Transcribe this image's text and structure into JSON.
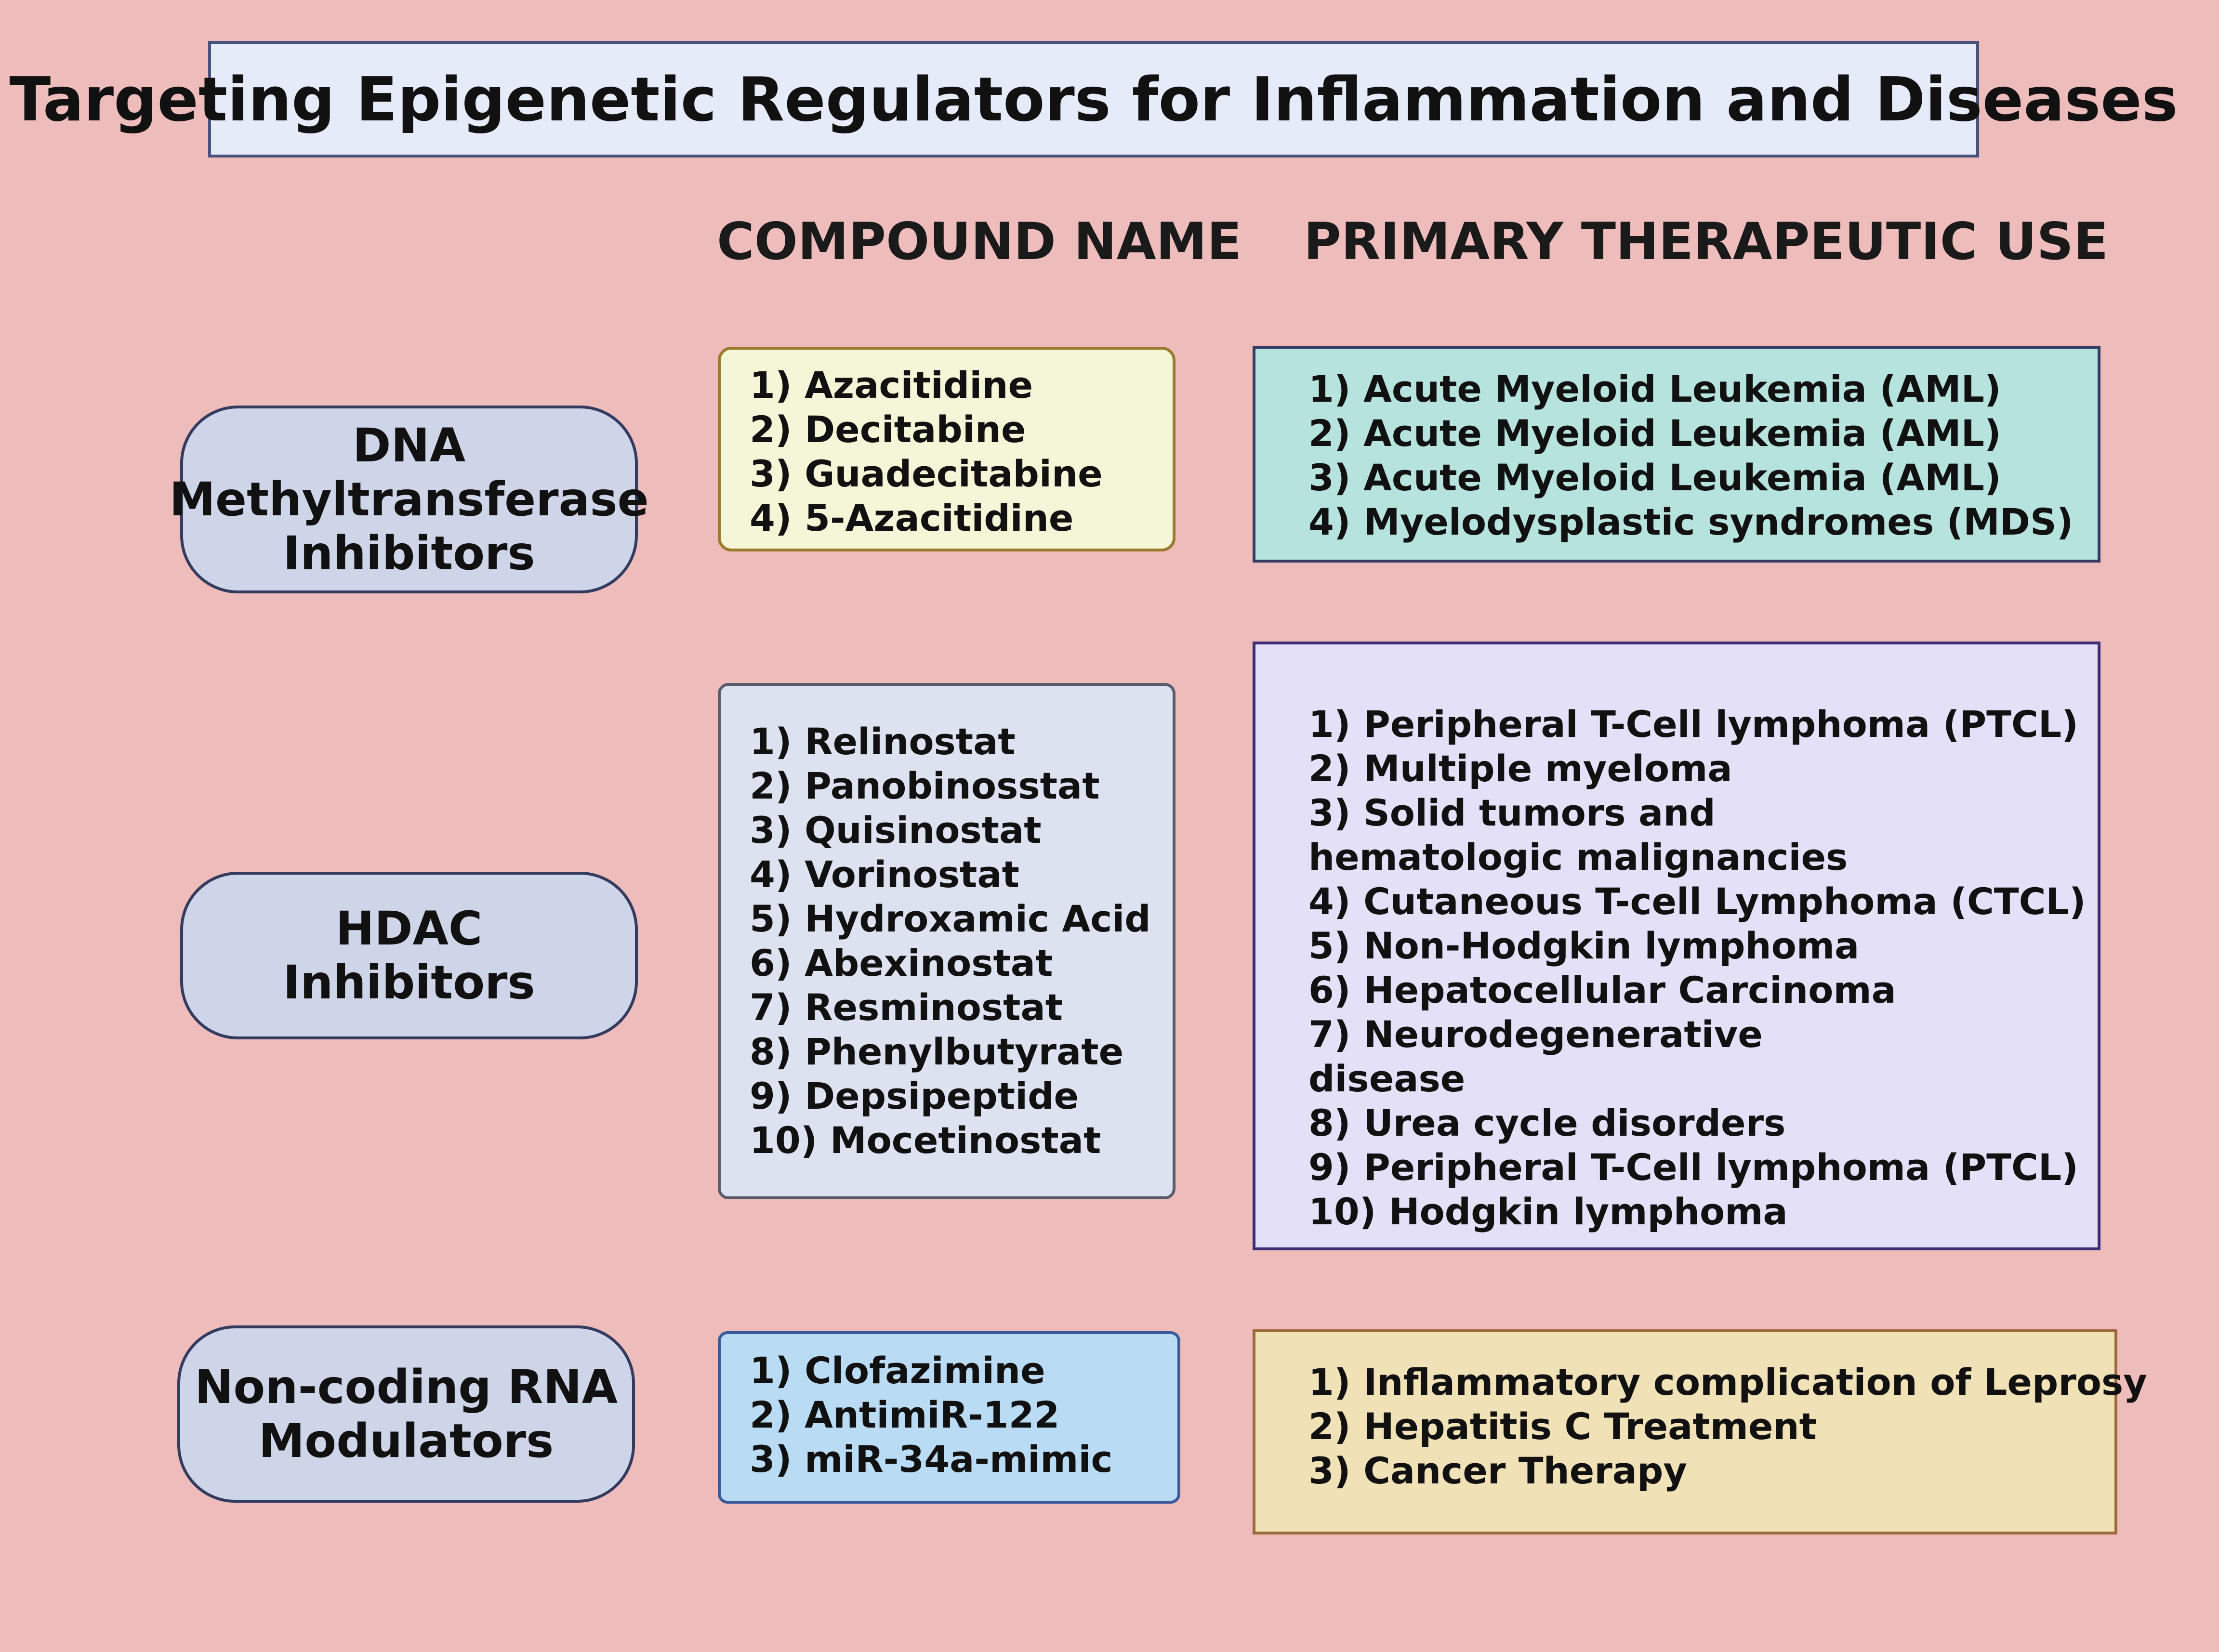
{
  "title": "Targeting Epigenetic Regulators for Inflammation and Diseases",
  "headers": {
    "compound": "COMPOUND NAME",
    "use": "PRIMARY THERAPEUTIC USE"
  },
  "colors": {
    "background": "#eebcbb",
    "category_fill": "#cfd5e8",
    "dnmt_compounds_fill": "#f5f5d7",
    "dnmt_uses_fill": "#b6e3dd",
    "hdac_compounds_fill": "#dde2f1",
    "hdac_uses_fill": "#e3e0f7",
    "ncrna_compounds_fill": "#b9dcf4",
    "ncrna_uses_fill": "#f1e1b7"
  },
  "groups": [
    {
      "category_lines": [
        "DNA",
        "Methyltransferase",
        "Inhibitors"
      ],
      "compounds": [
        "1) Azacitidine",
        "2) Decitabine",
        "3) Guadecitabine",
        "4) 5-Azacitidine"
      ],
      "uses": [
        "1) Acute Myeloid Leukemia (AML)",
        "2) Acute Myeloid Leukemia (AML)",
        "3) Acute Myeloid Leukemia (AML)",
        "4) Myelodysplastic syndromes (MDS)"
      ]
    },
    {
      "category_lines": [
        "HDAC",
        "Inhibitors"
      ],
      "compounds": [
        "1) Relinostat",
        "2) Panobinosstat",
        "3) Quisinostat",
        "4) Vorinostat",
        "5) Hydroxamic Acid",
        "6) Abexinostat",
        "7) Resminostat",
        "8) Phenylbutyrate",
        "9) Depsipeptide",
        "10) Mocetinostat"
      ],
      "uses": [
        "1) Peripheral T-Cell lymphoma (PTCL)",
        "2) Multiple myeloma",
        "3) Solid tumors and hematologic malignancies",
        "4) Cutaneous T-cell Lymphoma (CTCL)",
        "5) Non-Hodgkin lymphoma",
        "6) Hepatocellular Carcinoma",
        "7) Neurodegenerative disease",
        "8) Urea cycle disorders",
        "9) Peripheral T-Cell lymphoma (PTCL)",
        "10) Hodgkin lymphoma"
      ]
    },
    {
      "category_lines": [
        "Non-coding RNA",
        "Modulators"
      ],
      "compounds": [
        "1) Clofazimine",
        "2) AntimiR-122",
        "3) miR-34a-mimic"
      ],
      "uses": [
        "1) Inflammatory complication of Leprosy",
        "2) Hepatitis C Treatment",
        "3) Cancer Therapy"
      ]
    }
  ]
}
